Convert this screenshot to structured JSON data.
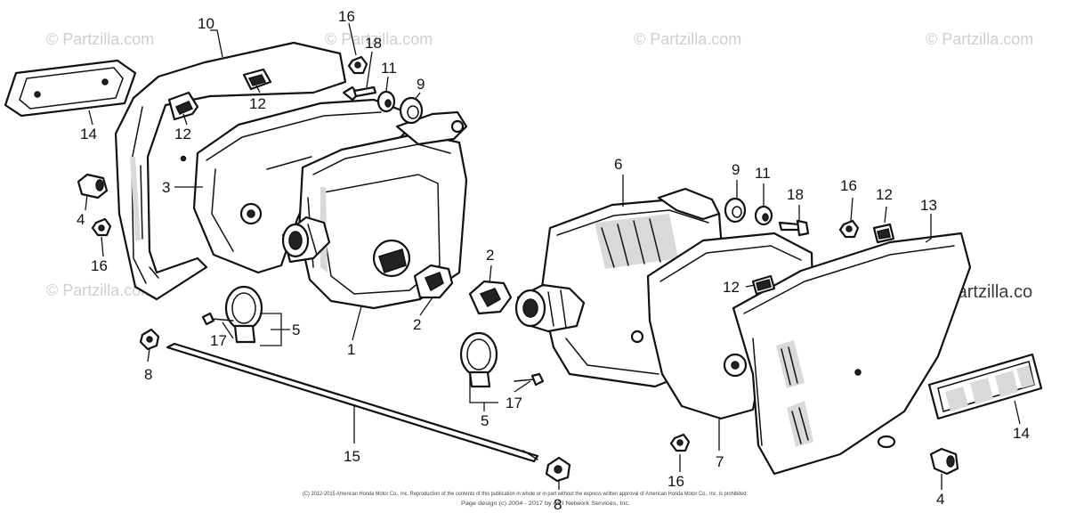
{
  "watermark": {
    "text": "© Partzilla.com",
    "prominent_text": "© Partzilla.co"
  },
  "callouts": {
    "c1": "1",
    "c2a": "2",
    "c2b": "2",
    "c3": "3",
    "c4a": "4",
    "c4b": "4",
    "c5a": "5",
    "c5b": "5",
    "c6": "6",
    "c7": "7",
    "c8a": "8",
    "c8b": "8",
    "c9a": "9",
    "c9b": "9",
    "c10": "10",
    "c11a": "11",
    "c11b": "11",
    "c12a": "12",
    "c12b": "12",
    "c12c": "12",
    "c12d": "12",
    "c13": "13",
    "c14a": "14",
    "c14b": "14",
    "c15": "15",
    "c16a": "16",
    "c16b": "16",
    "c16c": "16",
    "c16d": "16",
    "c17a": "17",
    "c17b": "17",
    "c18a": "18",
    "c18b": "18"
  },
  "legal": {
    "line1": "(C) 2012-2015 American Honda Motor Co., Inc. Reproduction of the contents of this publication in whole or in part without the express written approval of American Honda Motor Co., Inc. is prohibited.",
    "line2": "Page design (c) 2004 - 2017 by ARI Network Services, Inc."
  }
}
